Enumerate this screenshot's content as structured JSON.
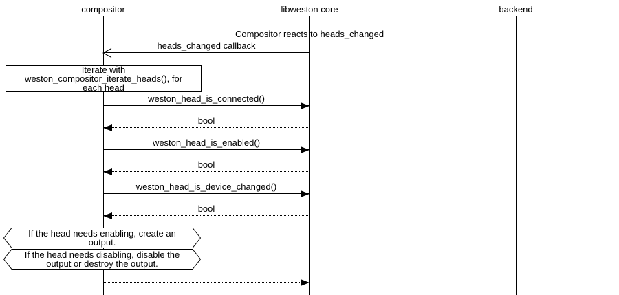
{
  "entities": [
    {
      "id": "compositor",
      "label": "compositor"
    },
    {
      "id": "libweston-core",
      "label": "libweston core"
    },
    {
      "id": "backend",
      "label": "backend"
    }
  ],
  "divider": {
    "label": "Compositor reacts to heads_changed"
  },
  "messages": [
    {
      "label": "heads_changed callback",
      "from": "libweston core",
      "to": "compositor",
      "line": "solid",
      "arrowhead": "open"
    },
    {
      "label": "weston_head_is_connected()",
      "from": "compositor",
      "to": "libweston core",
      "line": "solid",
      "arrowhead": "filled"
    },
    {
      "label": "bool",
      "from": "libweston core",
      "to": "compositor",
      "line": "dotted",
      "arrowhead": "filled"
    },
    {
      "label": "weston_head_is_enabled()",
      "from": "compositor",
      "to": "libweston core",
      "line": "solid",
      "arrowhead": "filled"
    },
    {
      "label": "bool",
      "from": "libweston core",
      "to": "compositor",
      "line": "dotted",
      "arrowhead": "filled"
    },
    {
      "label": "weston_head_is_device_changed()",
      "from": "compositor",
      "to": "libweston core",
      "line": "solid",
      "arrowhead": "filled"
    },
    {
      "label": "bool",
      "from": "libweston core",
      "to": "compositor",
      "line": "dotted",
      "arrowhead": "filled"
    },
    {
      "label": "",
      "from": "compositor",
      "to": "libweston core",
      "line": "dotted",
      "arrowhead": "filled"
    }
  ],
  "notes": {
    "iterate_box": {
      "label": "Iterate with\nweston_compositor_iterate_heads(), for\neach head"
    },
    "enable_condition": {
      "label": "If the head needs enabling, create an\noutput."
    },
    "disable_condition": {
      "label": "If the head needs disabling, disable the\noutput or destroy the output."
    }
  },
  "colors": {
    "stroke": "#000000",
    "background": "#ffffff"
  }
}
